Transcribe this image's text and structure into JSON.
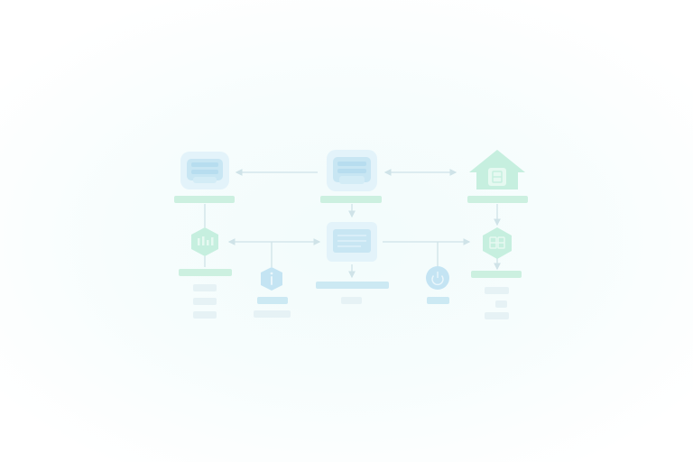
{
  "diagram": {
    "title": "",
    "colors": {
      "background": "#f4fcfc",
      "connector": "#cfe3e8",
      "blue_node": "#c3e4f2",
      "blue_node_inner": "#e9f6fb",
      "green_node": "#bfeedd",
      "green_node_inner": "#e9faf3",
      "label_green": "#ccf0e0",
      "label_blue": "#cce9f3",
      "label_gray": "#e6f2f5"
    },
    "nodes": [
      {
        "id": "top-left-database",
        "icon": "database-icon",
        "shape": "rounded-square",
        "color": "blue"
      },
      {
        "id": "top-center-database",
        "icon": "database-icon",
        "shape": "rounded-square",
        "color": "blue"
      },
      {
        "id": "top-right-home",
        "icon": "home-icon",
        "shape": "house",
        "color": "green"
      },
      {
        "id": "mid-left-analytics",
        "icon": "bar-chart-icon",
        "shape": "hexagon",
        "color": "green"
      },
      {
        "id": "mid-center-server",
        "icon": "server-icon",
        "shape": "rounded-square",
        "color": "blue"
      },
      {
        "id": "mid-right-storage",
        "icon": "storage-icon",
        "shape": "hexagon",
        "color": "green"
      },
      {
        "id": "info-hexagon",
        "icon": "info-icon",
        "shape": "hexagon",
        "color": "blue"
      },
      {
        "id": "power-circle",
        "icon": "power-icon",
        "shape": "circle",
        "color": "blue"
      }
    ],
    "edges": [
      {
        "from": "top-center-database",
        "to": "top-left-database",
        "arrow": "end"
      },
      {
        "from": "top-center-database",
        "to": "top-right-home",
        "arrow": "both"
      },
      {
        "from": "top-left-database",
        "to": "mid-left-analytics",
        "arrow": "none"
      },
      {
        "from": "top-center-database",
        "to": "mid-center-server",
        "arrow": "end"
      },
      {
        "from": "top-right-home",
        "to": "mid-right-storage",
        "arrow": "end"
      },
      {
        "from": "mid-left-analytics",
        "to": "mid-center-server",
        "arrow": "both"
      },
      {
        "from": "mid-center-server",
        "to": "mid-right-storage",
        "arrow": "end"
      },
      {
        "from": "info-hexagon",
        "to": "mid-center-server",
        "arrow": "none"
      },
      {
        "from": "power-circle",
        "to": "mid-right-storage",
        "arrow": "none"
      }
    ]
  }
}
